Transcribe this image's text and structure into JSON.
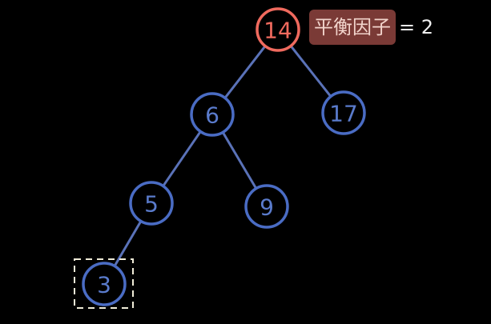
{
  "tree": {
    "nodes": [
      {
        "id": "n14",
        "value": "14",
        "highlight": true
      },
      {
        "id": "n6",
        "value": "6"
      },
      {
        "id": "n17",
        "value": "17"
      },
      {
        "id": "n5",
        "value": "5"
      },
      {
        "id": "n9",
        "value": "9"
      },
      {
        "id": "n3",
        "value": "3",
        "selected": true
      }
    ],
    "edges": [
      [
        "n14",
        "n6"
      ],
      [
        "n14",
        "n17"
      ],
      [
        "n6",
        "n5"
      ],
      [
        "n6",
        "n9"
      ],
      [
        "n5",
        "n3"
      ]
    ]
  },
  "annotation": {
    "label": "平衡因子",
    "equals": "= 2"
  },
  "colors": {
    "node": "#4a6cc4",
    "node_text": "#5a7bcc",
    "edge": "#5a72b8",
    "highlight": "#f06a5e",
    "selection": "#f0ecd8",
    "label_bg": "#7a3a36"
  }
}
